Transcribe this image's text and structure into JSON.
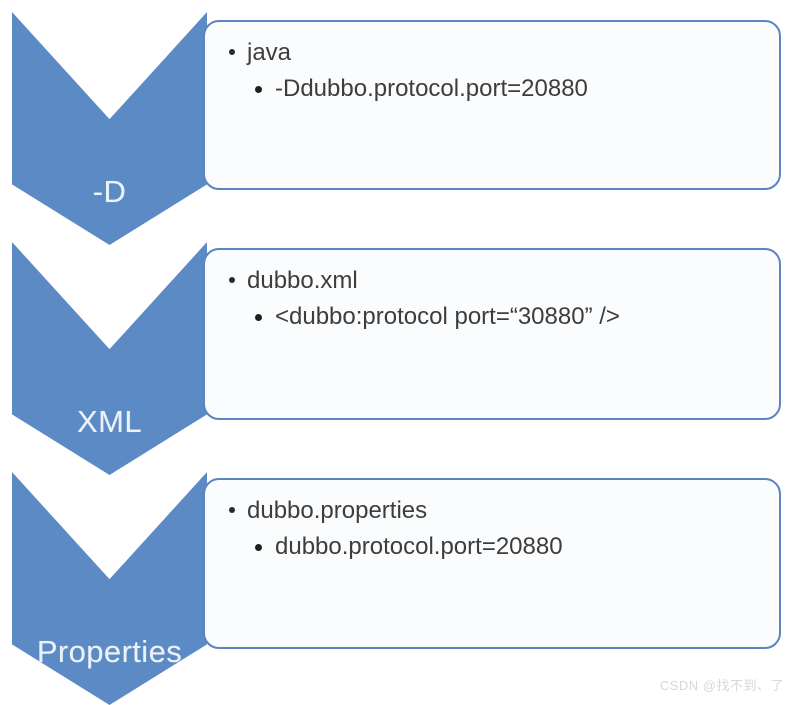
{
  "diagram": {
    "type": "chevron-process-list",
    "background_color": "#ffffff",
    "chevron_color": "#5b8ac4",
    "box_border_color": "#5b85c0",
    "box_fill_color": "#fbfcfd",
    "text_color": "#3d3d3d",
    "steps": [
      {
        "label": "-D",
        "items": [
          {
            "text": "java",
            "children": [
              {
                "text": "-Ddubbo.protocol.port=20880"
              }
            ]
          }
        ]
      },
      {
        "label": "XML",
        "items": [
          {
            "text": "dubbo.xml",
            "children": [
              {
                "text": "<dubbo:protocol port=“30880” />"
              }
            ]
          }
        ]
      },
      {
        "label": "Properties",
        "items": [
          {
            "text": "dubbo.properties",
            "children": [
              {
                "text": "dubbo.protocol.port=20880"
              }
            ]
          }
        ]
      }
    ]
  },
  "watermark": {
    "text": "CSDN @找不到、了"
  }
}
